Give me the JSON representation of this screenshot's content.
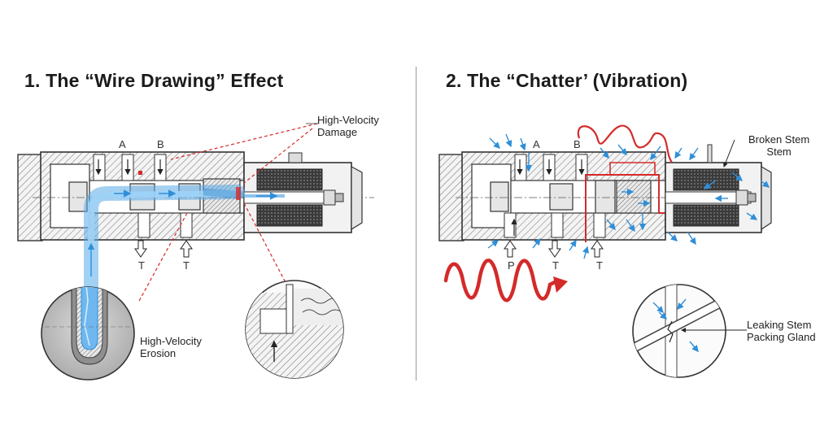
{
  "panel1": {
    "title": "1. The “Wire Drawing” Effect",
    "callout_damage": [
      "High-Velocity",
      "Damage"
    ],
    "callout_erosion": [
      "High-Velocity",
      "Erosion"
    ],
    "ports_top": [
      "A",
      "B"
    ],
    "ports_bottom": [
      "T",
      "T"
    ]
  },
  "panel2": {
    "title": "2. The “Chatter’ (Vibration)",
    "callout_stem": [
      "Broken Stem",
      "Stem"
    ],
    "callout_gland": [
      "Leaking Stem",
      "Packing Gland"
    ],
    "ports_top": [
      "A",
      "B"
    ],
    "ports_bottom": [
      "P",
      "T",
      "T"
    ]
  },
  "colors": {
    "flow": "#5aa9e6",
    "damage": "#d42a2a",
    "arrow_blue": "#2f8fd8",
    "line": "#3a3a3a"
  }
}
